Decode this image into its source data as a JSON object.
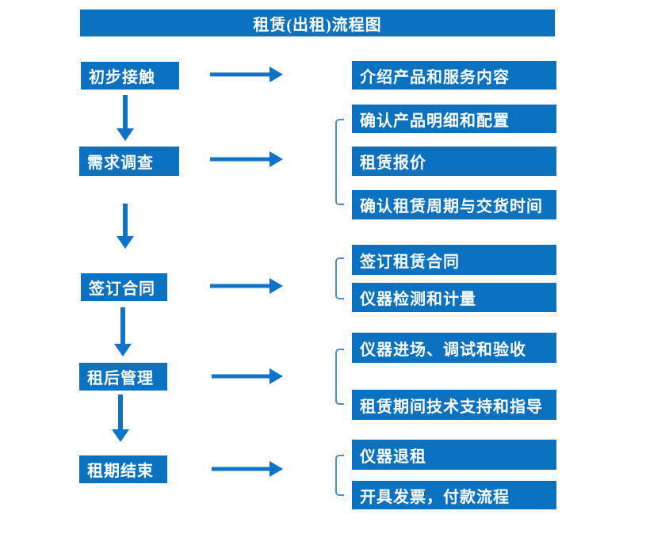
{
  "title": "租赁(出租)流程图",
  "colors": {
    "box_fill": "#0b71c1",
    "arrow": "#0f74c9",
    "bracket": "#4b8fce",
    "text": "#ffffff",
    "background": "#ffffff"
  },
  "left_steps": [
    "初步接触",
    "需求调查",
    "签订合同",
    "租后管理",
    "租期结束"
  ],
  "right_boxes": [
    "介绍产品和服务内容",
    "确认产品明细和配置",
    "租赁报价",
    "确认租赁周期与交货时间",
    "签订租赁合同",
    "仪器检测和计量",
    "仪器进场、调试和验收",
    "租赁期间技术支持和指导",
    "仪器退租",
    "开具发票，付款流程"
  ]
}
